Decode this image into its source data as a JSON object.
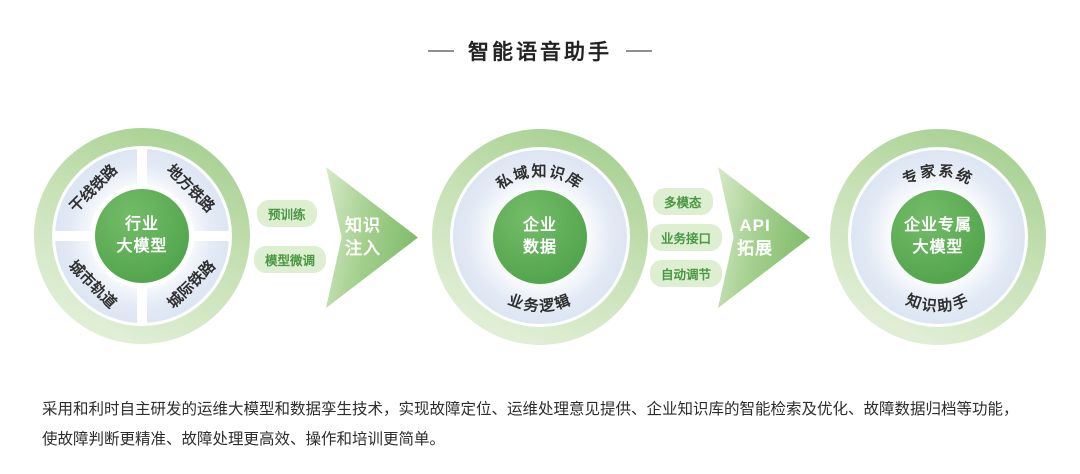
{
  "title": "智能语音助手",
  "diagram": {
    "circle1": {
      "center_line1": "行业",
      "center_line2": "大模型",
      "segments": {
        "top_left": "干线铁路",
        "top_right": "地方铁路",
        "bottom_left": "城市轨道",
        "bottom_right": "城际铁路"
      }
    },
    "arrow1": {
      "label_line1": "知识",
      "label_line2": "注入",
      "pills": [
        "预训练",
        "模型微调"
      ]
    },
    "circle2": {
      "center_line1": "企业",
      "center_line2": "数据",
      "top_arc": "私域知识库",
      "bottom_arc": "业务逻辑"
    },
    "arrow2": {
      "label_line1": "API",
      "label_line2": "拓展",
      "pills": [
        "多模态",
        "业务接口",
        "自动调节"
      ]
    },
    "circle3": {
      "center_line1": "企业专属",
      "center_line2": "大模型",
      "top_arc": "专家系统",
      "bottom_arc": "知识助手"
    }
  },
  "footer": {
    "line1": "采用和利时自主研发的运维大模型和数据孪生技术，实现故障定位、运维处理意见提供、企业知识库的智能检索及优化、故障数据归档等功能，",
    "line2": "使故障判断更精准、故障处理更高效、操作和培训更简单。"
  },
  "colors": {
    "core_green": "#55a74f",
    "ring_light_green": "#c6e0b4",
    "ring_light_blue": "#ccd9ec",
    "arrow_green": "#76b862",
    "pill_bg": "#ddeed1",
    "pill_text": "#4a9844",
    "text_dark": "#2d2d2d",
    "title_line_gray": "#8f8f8f"
  }
}
